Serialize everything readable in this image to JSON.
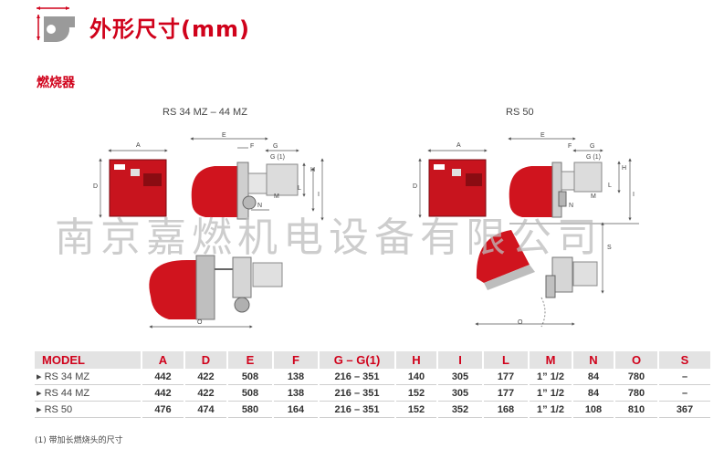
{
  "header": {
    "title": "外形尺寸(mm)",
    "section": "燃烧器"
  },
  "figures": {
    "left_caption": "RS 34 MZ – 44 MZ",
    "right_caption": "RS 50",
    "labels": {
      "A": "A",
      "D": "D",
      "E": "E",
      "F": "F",
      "G": "G",
      "G1": "G (1)",
      "H": "H",
      "I": "I",
      "L": "L",
      "M": "M",
      "N": "N",
      "O": "O",
      "S": "S"
    }
  },
  "watermark": "南京嘉燃机电设备有限公司",
  "table": {
    "headers": [
      "MODEL",
      "A",
      "D",
      "E",
      "F",
      "G – G(1)",
      "H",
      "I",
      "L",
      "M",
      "N",
      "O",
      "S"
    ],
    "rows": [
      [
        "RS 34 MZ",
        "442",
        "422",
        "508",
        "138",
        "216 – 351",
        "140",
        "305",
        "177",
        "1” 1/2",
        "84",
        "780",
        "–"
      ],
      [
        "RS 44 MZ",
        "442",
        "422",
        "508",
        "138",
        "216 – 351",
        "152",
        "305",
        "177",
        "1” 1/2",
        "84",
        "780",
        "–"
      ],
      [
        "RS 50",
        "476",
        "474",
        "580",
        "164",
        "216 – 351",
        "152",
        "352",
        "168",
        "1” 1/2",
        "108",
        "810",
        "367"
      ]
    ]
  },
  "footnote": "(1) 带加长燃烧头的尺寸",
  "colors": {
    "accent": "#d0021b",
    "logo_gray": "#9a9a9a",
    "table_header_bg": "#e3e3e3"
  }
}
